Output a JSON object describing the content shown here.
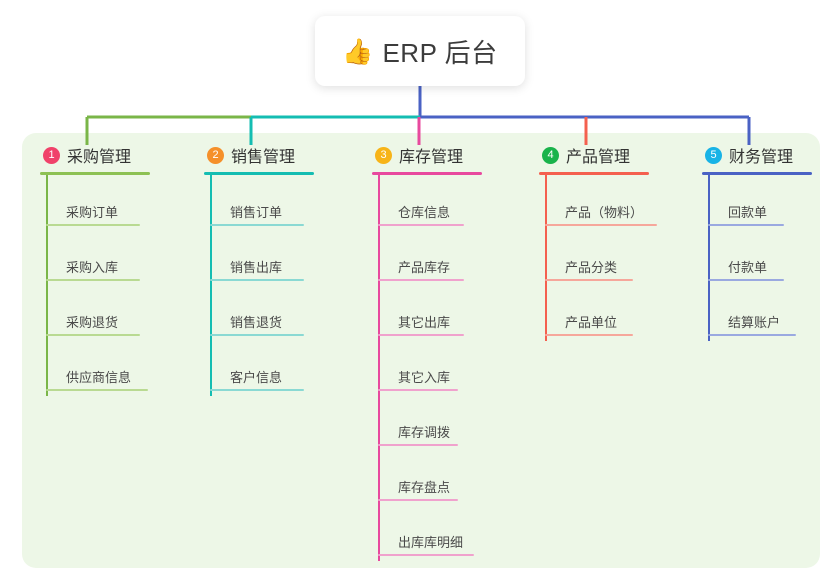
{
  "page": {
    "background": "#ffffff",
    "panel_color": "#edf7e7"
  },
  "root": {
    "emoji": "👍",
    "emoji_name": "thumbs-up-icon",
    "label": "ERP 后台"
  },
  "columns": [
    {
      "index": "1",
      "title": "采购管理",
      "badge_color": "#f0426a",
      "rule_color": "#8dc153",
      "line_color": "#7ab648",
      "leaf_rule_color": "#b9da92",
      "items": [
        "采购订单",
        "采购入库",
        "采购退货",
        "供应商信息"
      ]
    },
    {
      "index": "2",
      "title": "销售管理",
      "badge_color": "#f5902a",
      "rule_color": "#14bdb2",
      "line_color": "#14bdb2",
      "leaf_rule_color": "#8ad9d3",
      "items": [
        "销售订单",
        "销售出库",
        "销售退货",
        "客户信息"
      ]
    },
    {
      "index": "3",
      "title": "库存管理",
      "badge_color": "#f7b418",
      "rule_color": "#e8499e",
      "line_color": "#e8499e",
      "leaf_rule_color": "#f0a2cd",
      "items": [
        "仓库信息",
        "产品库存",
        "其它出库",
        "其它入库",
        "库存调拨",
        "库存盘点",
        "出库库明细"
      ]
    },
    {
      "index": "4",
      "title": "产品管理",
      "badge_color": "#19b34b",
      "rule_color": "#f4604f",
      "line_color": "#f4604f",
      "leaf_rule_color": "#f6a79b",
      "items": [
        "产品（物料）",
        "产品分类",
        "产品单位"
      ]
    },
    {
      "index": "5",
      "title": "财务管理",
      "badge_color": "#18b3e6",
      "rule_color": "#4a62c4",
      "line_color": "#4a62c4",
      "leaf_rule_color": "#9aa9e0",
      "items": [
        "回款单",
        "付款单",
        "结算账户"
      ]
    }
  ],
  "connectors": {
    "trunk_color": "#4a62c4",
    "segment_left_1": "#7ab648",
    "segment_left_2": "#14bdb2",
    "segment_right": "#4a62c4"
  }
}
